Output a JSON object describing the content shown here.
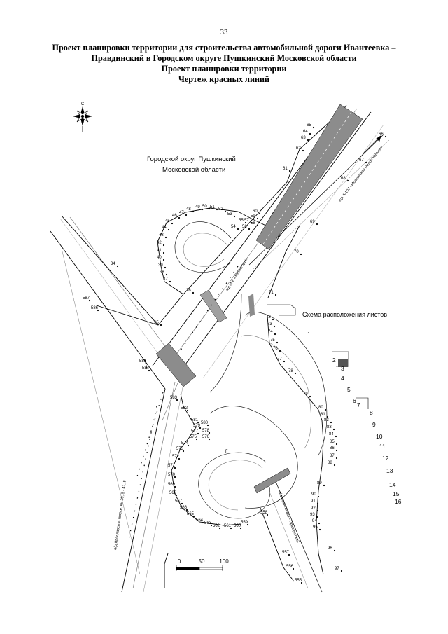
{
  "page_number": "33",
  "title": {
    "line1": "Проект планировки территории для строительства автомобильной дороги Ивантеевка –",
    "line2": "Правдинский в Городском округе Пушкинский Московской области",
    "line3": "Проект планировки территории",
    "line4": "Чертеж красных линий"
  },
  "map": {
    "area_label_1": "Городской округ Пушкинский",
    "area_label_2": "Московской области",
    "road_m8": "а/д М-8 «Холмогоры»",
    "road_a107": "а/д А-107 «Московское малое кольцо»",
    "road_yaroslavl": "а/д Ярославское шоссе, км 30, 5 - 41, 8",
    "road_ivanteevka": "а/д Ивантеевка - Правдинский",
    "road_mark_p": "Г",
    "north_arrow_mark": "С"
  },
  "scale_bar": {
    "labels": [
      "0",
      "50",
      "100"
    ]
  },
  "sheet_scheme": {
    "title": "Схема расположения листов",
    "sheets": [
      "1",
      "2",
      "3",
      "4",
      "5",
      "6",
      "7",
      "8",
      "9",
      "10",
      "11",
      "12",
      "13",
      "14",
      "15",
      "16"
    ]
  },
  "point_numbers": [
    "34",
    "35",
    "36",
    "37",
    "38",
    "39",
    "40",
    "41",
    "42",
    "43",
    "44",
    "45",
    "46",
    "47",
    "48",
    "49",
    "50",
    "51",
    "52",
    "53",
    "54",
    "55",
    "56",
    "57",
    "58",
    "59",
    "60",
    "61",
    "62",
    "63",
    "64",
    "65",
    "66",
    "67",
    "68",
    "69",
    "70",
    "71",
    "72",
    "73",
    "74",
    "75",
    "76",
    "77",
    "78",
    "79",
    "80",
    "81",
    "82",
    "83",
    "84",
    "85",
    "86",
    "87",
    "88",
    "89",
    "90",
    "91",
    "92",
    "93",
    "94",
    "95",
    "96",
    "97",
    "555",
    "556",
    "557",
    "558",
    "559",
    "560",
    "561",
    "562",
    "563",
    "564",
    "565",
    "566",
    "567",
    "568",
    "569",
    "570",
    "571",
    "572",
    "573",
    "574",
    "575",
    "576",
    "577",
    "578",
    "579",
    "580",
    "581",
    "582",
    "583",
    "584",
    "585",
    "586",
    "587"
  ],
  "colors": {
    "hatch_fill": "#8c8c8c",
    "line": "#000000"
  }
}
